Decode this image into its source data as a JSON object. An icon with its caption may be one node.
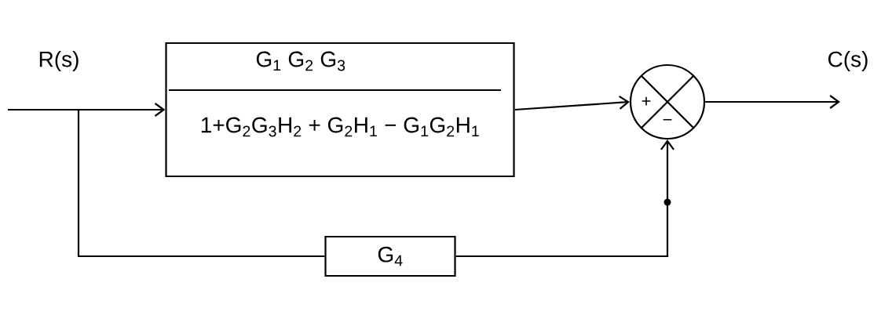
{
  "diagram": {
    "nodes": [
      {
        "text": [
          "G$_{1}$ G$_{2}$ G$_{3}$",
          "1+G$_{2}$G$_{3}$H$_{2}$ + G$_{2}$H$_{1}$ − G$_{1}$G$_{2}$H$_{1}$"
        ]
      },
      {
        "text": [
          "+",
          "−"
        ]
      },
      {
        "text": [
          "G$_{4}$"
        ]
      }
    ],
    "edges": [
      {
        "from": null,
        "to": 0,
        "arrow": "to"
      },
      {
        "from": null,
        "to": 2,
        "arrow": "none"
      },
      {
        "from": 0,
        "to": 1,
        "arrow": "to"
      },
      {
        "from": 2,
        "to": 1,
        "arrow": "to"
      },
      {
        "from": 1,
        "to": null,
        "arrow": "to"
      }
    ],
    "labels": [
      "R(s)",
      "C(s)"
    ]
  }
}
